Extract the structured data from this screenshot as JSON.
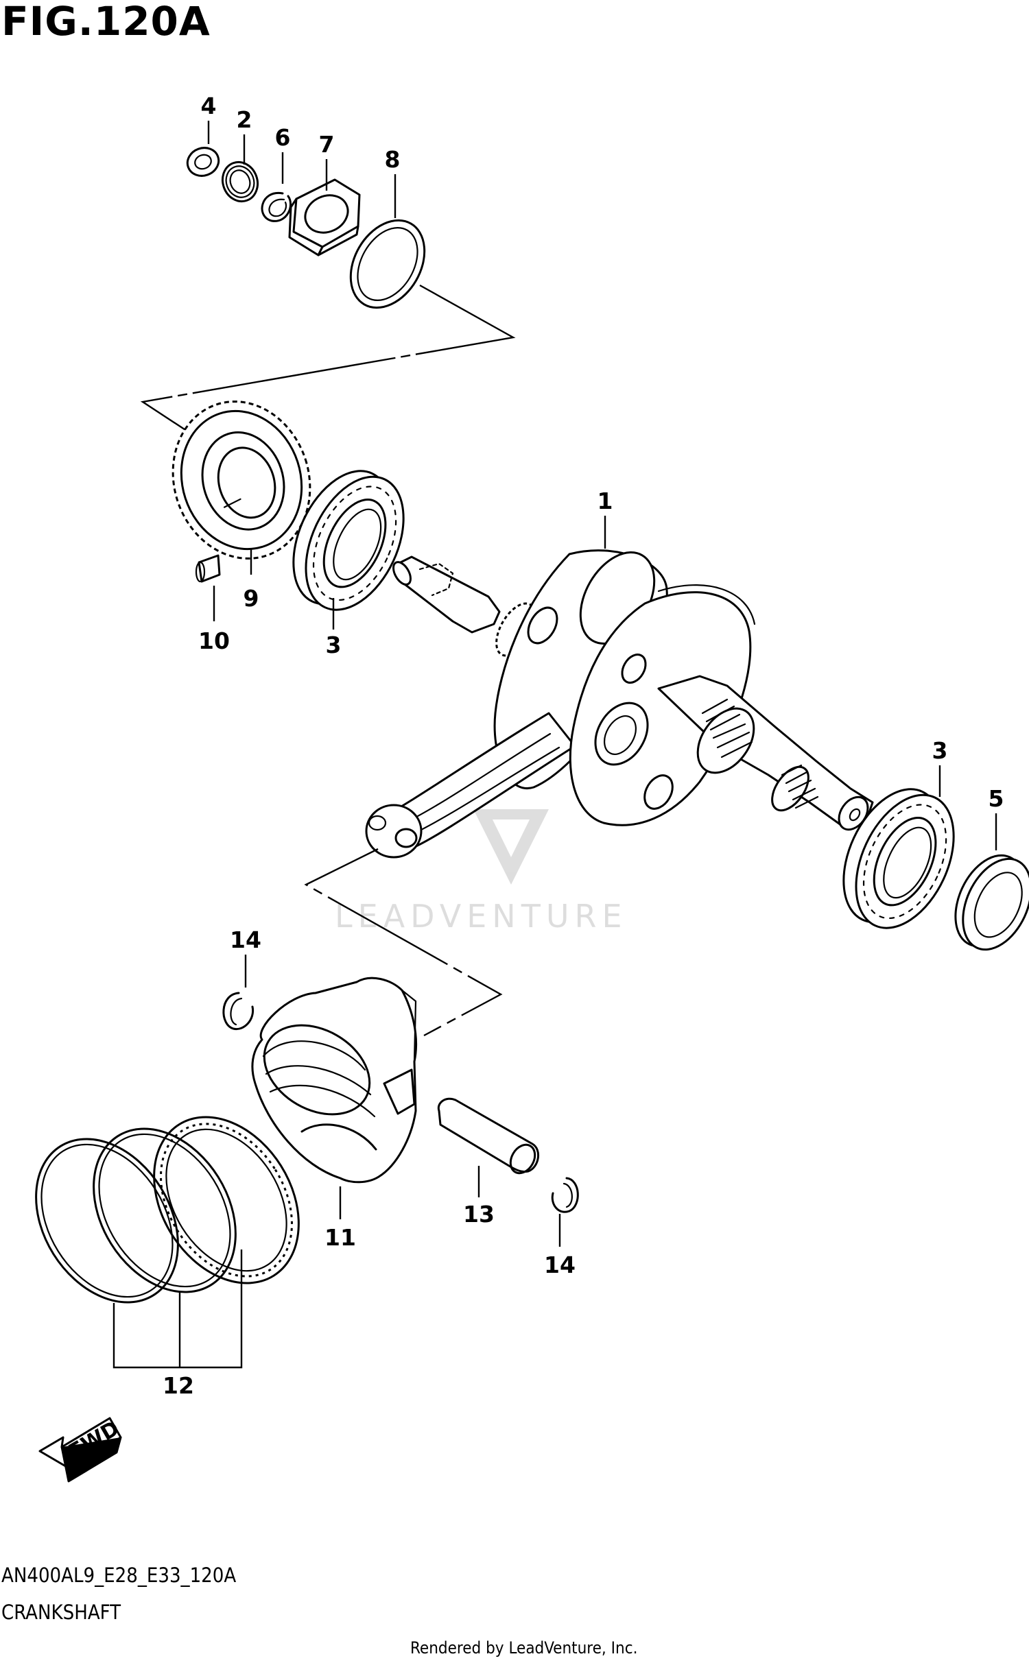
{
  "figure": {
    "title": "FIG.120A",
    "model_code": "AN400AL9_E28_E33_120A",
    "section_name": "CRANKSHAFT",
    "rendered_by": "Rendered by LeadVenture, Inc."
  },
  "watermark": {
    "text": "LEADVENTURE"
  },
  "direction_arrow": {
    "label": "FWD"
  },
  "callouts": {
    "c1": "1",
    "c2": "2",
    "c3a": "3",
    "c3b": "3",
    "c4": "4",
    "c5": "5",
    "c6": "6",
    "c7": "7",
    "c8": "8",
    "c9": "9",
    "c10": "10",
    "c11": "11",
    "c12": "12",
    "c13": "13",
    "c14a": "14",
    "c14b": "14"
  }
}
